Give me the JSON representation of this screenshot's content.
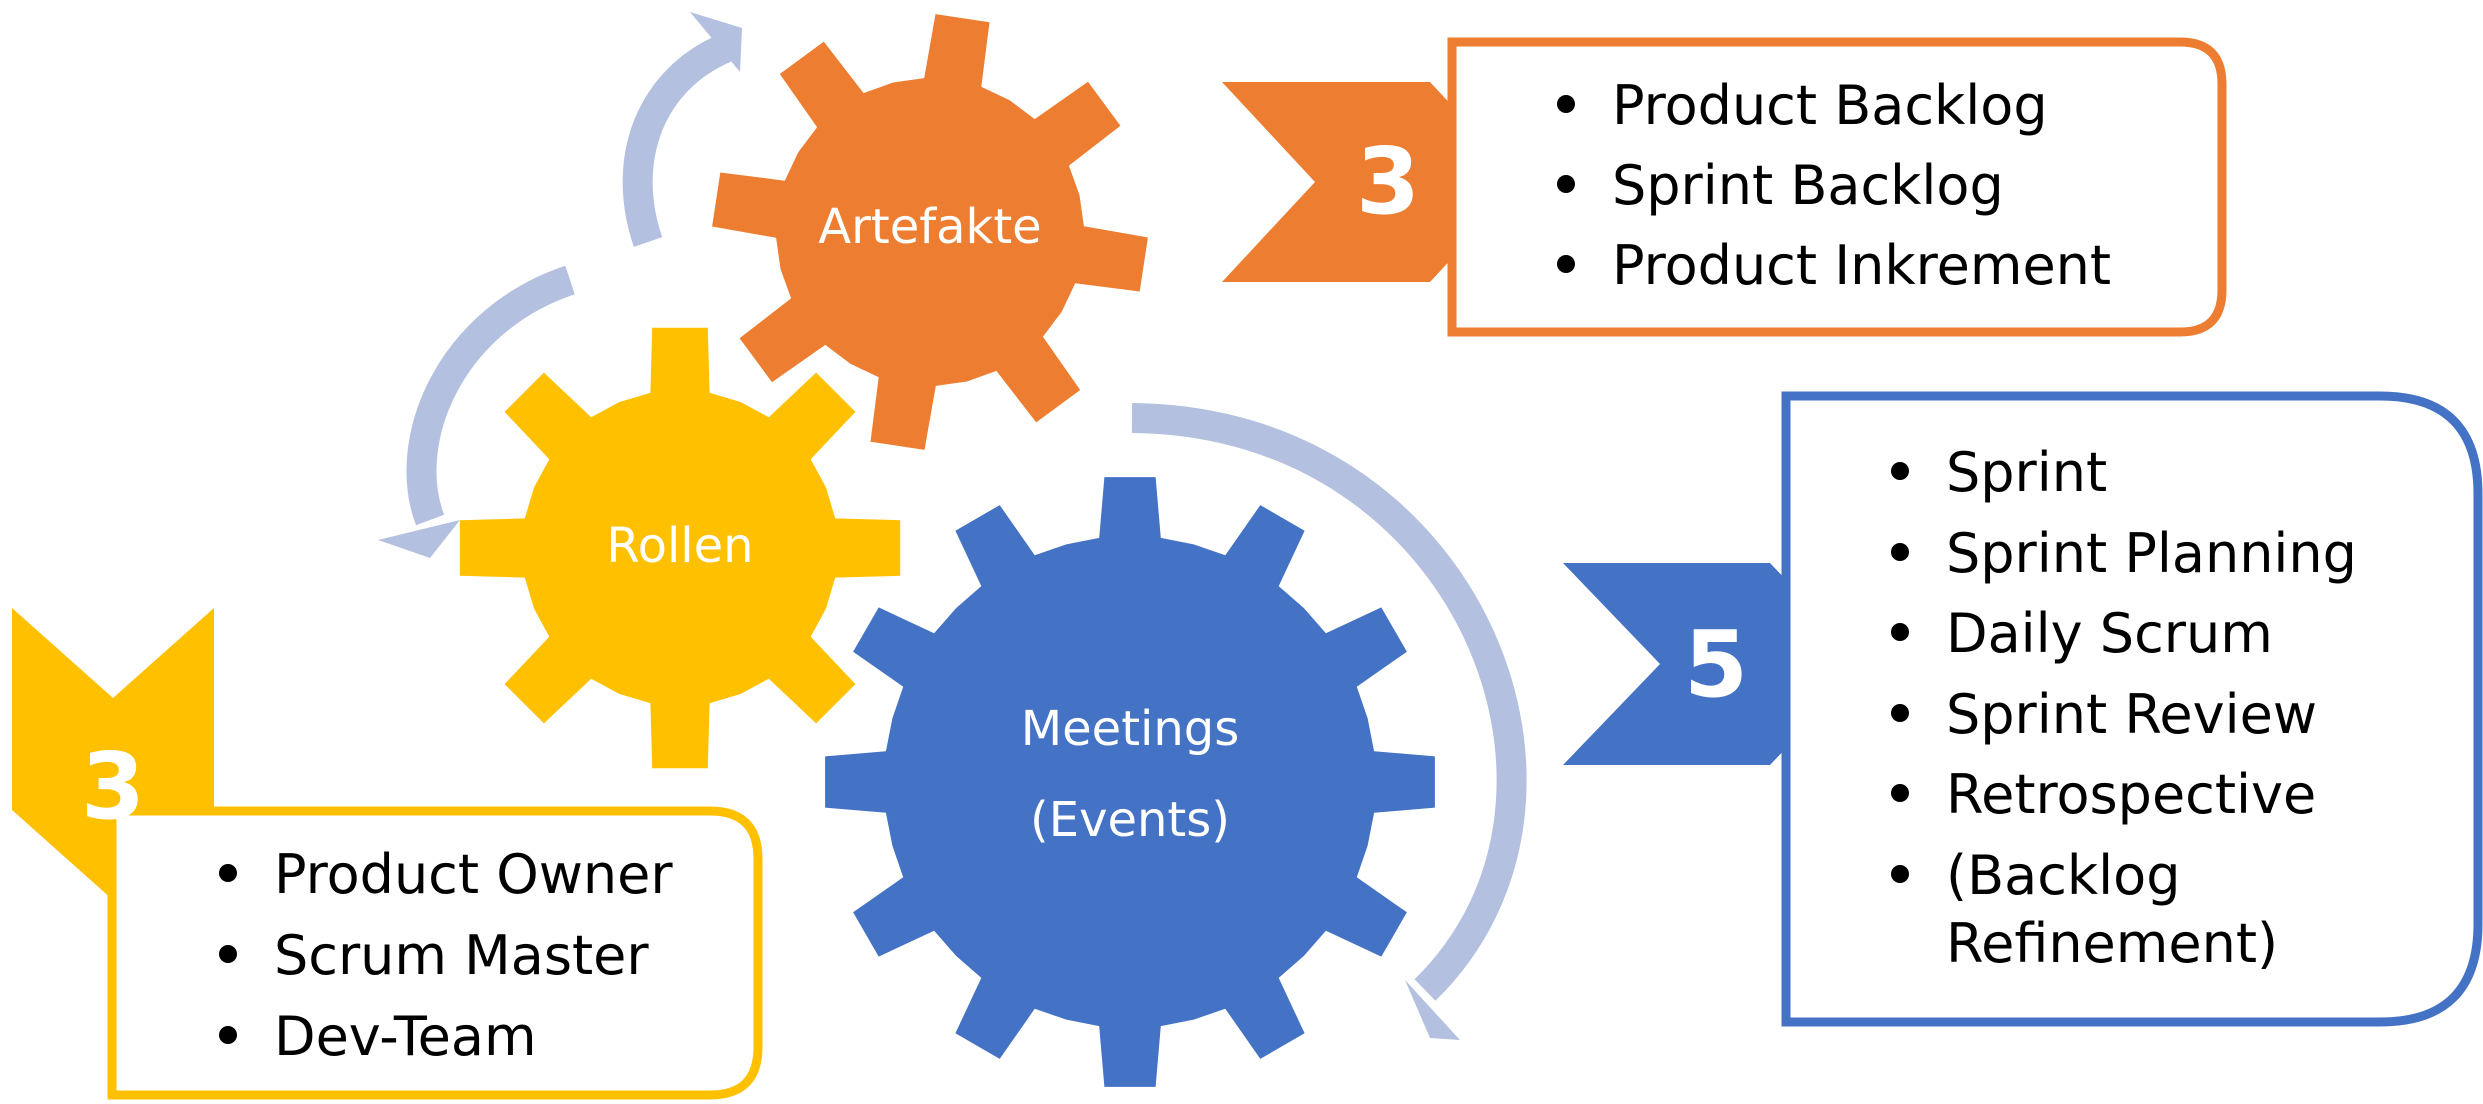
{
  "colors": {
    "artefakte": "#ED7D31",
    "rollen": "#FFC000",
    "meetings": "#4472C4",
    "arrows": "#B4C0DF",
    "background": "#FFFFFF"
  },
  "gears": {
    "artefakte": {
      "label": "Artefakte"
    },
    "rollen": {
      "label": "Rollen"
    },
    "meetings": {
      "label_line1": "Meetings",
      "label_line2": "(Events)"
    }
  },
  "artefakte_group": {
    "count": "3",
    "items": [
      "Product Backlog",
      "Sprint Backlog",
      "Product Inkrement"
    ]
  },
  "meetings_group": {
    "count": "5",
    "items": [
      "Sprint",
      "Sprint Planning",
      "Daily Scrum",
      "Sprint Review",
      "Retrospective",
      "(Backlog",
      "Refinement)"
    ]
  },
  "rollen_group": {
    "count": "3",
    "items": [
      "Product Owner",
      "Scrum Master",
      "Dev-Team"
    ]
  }
}
